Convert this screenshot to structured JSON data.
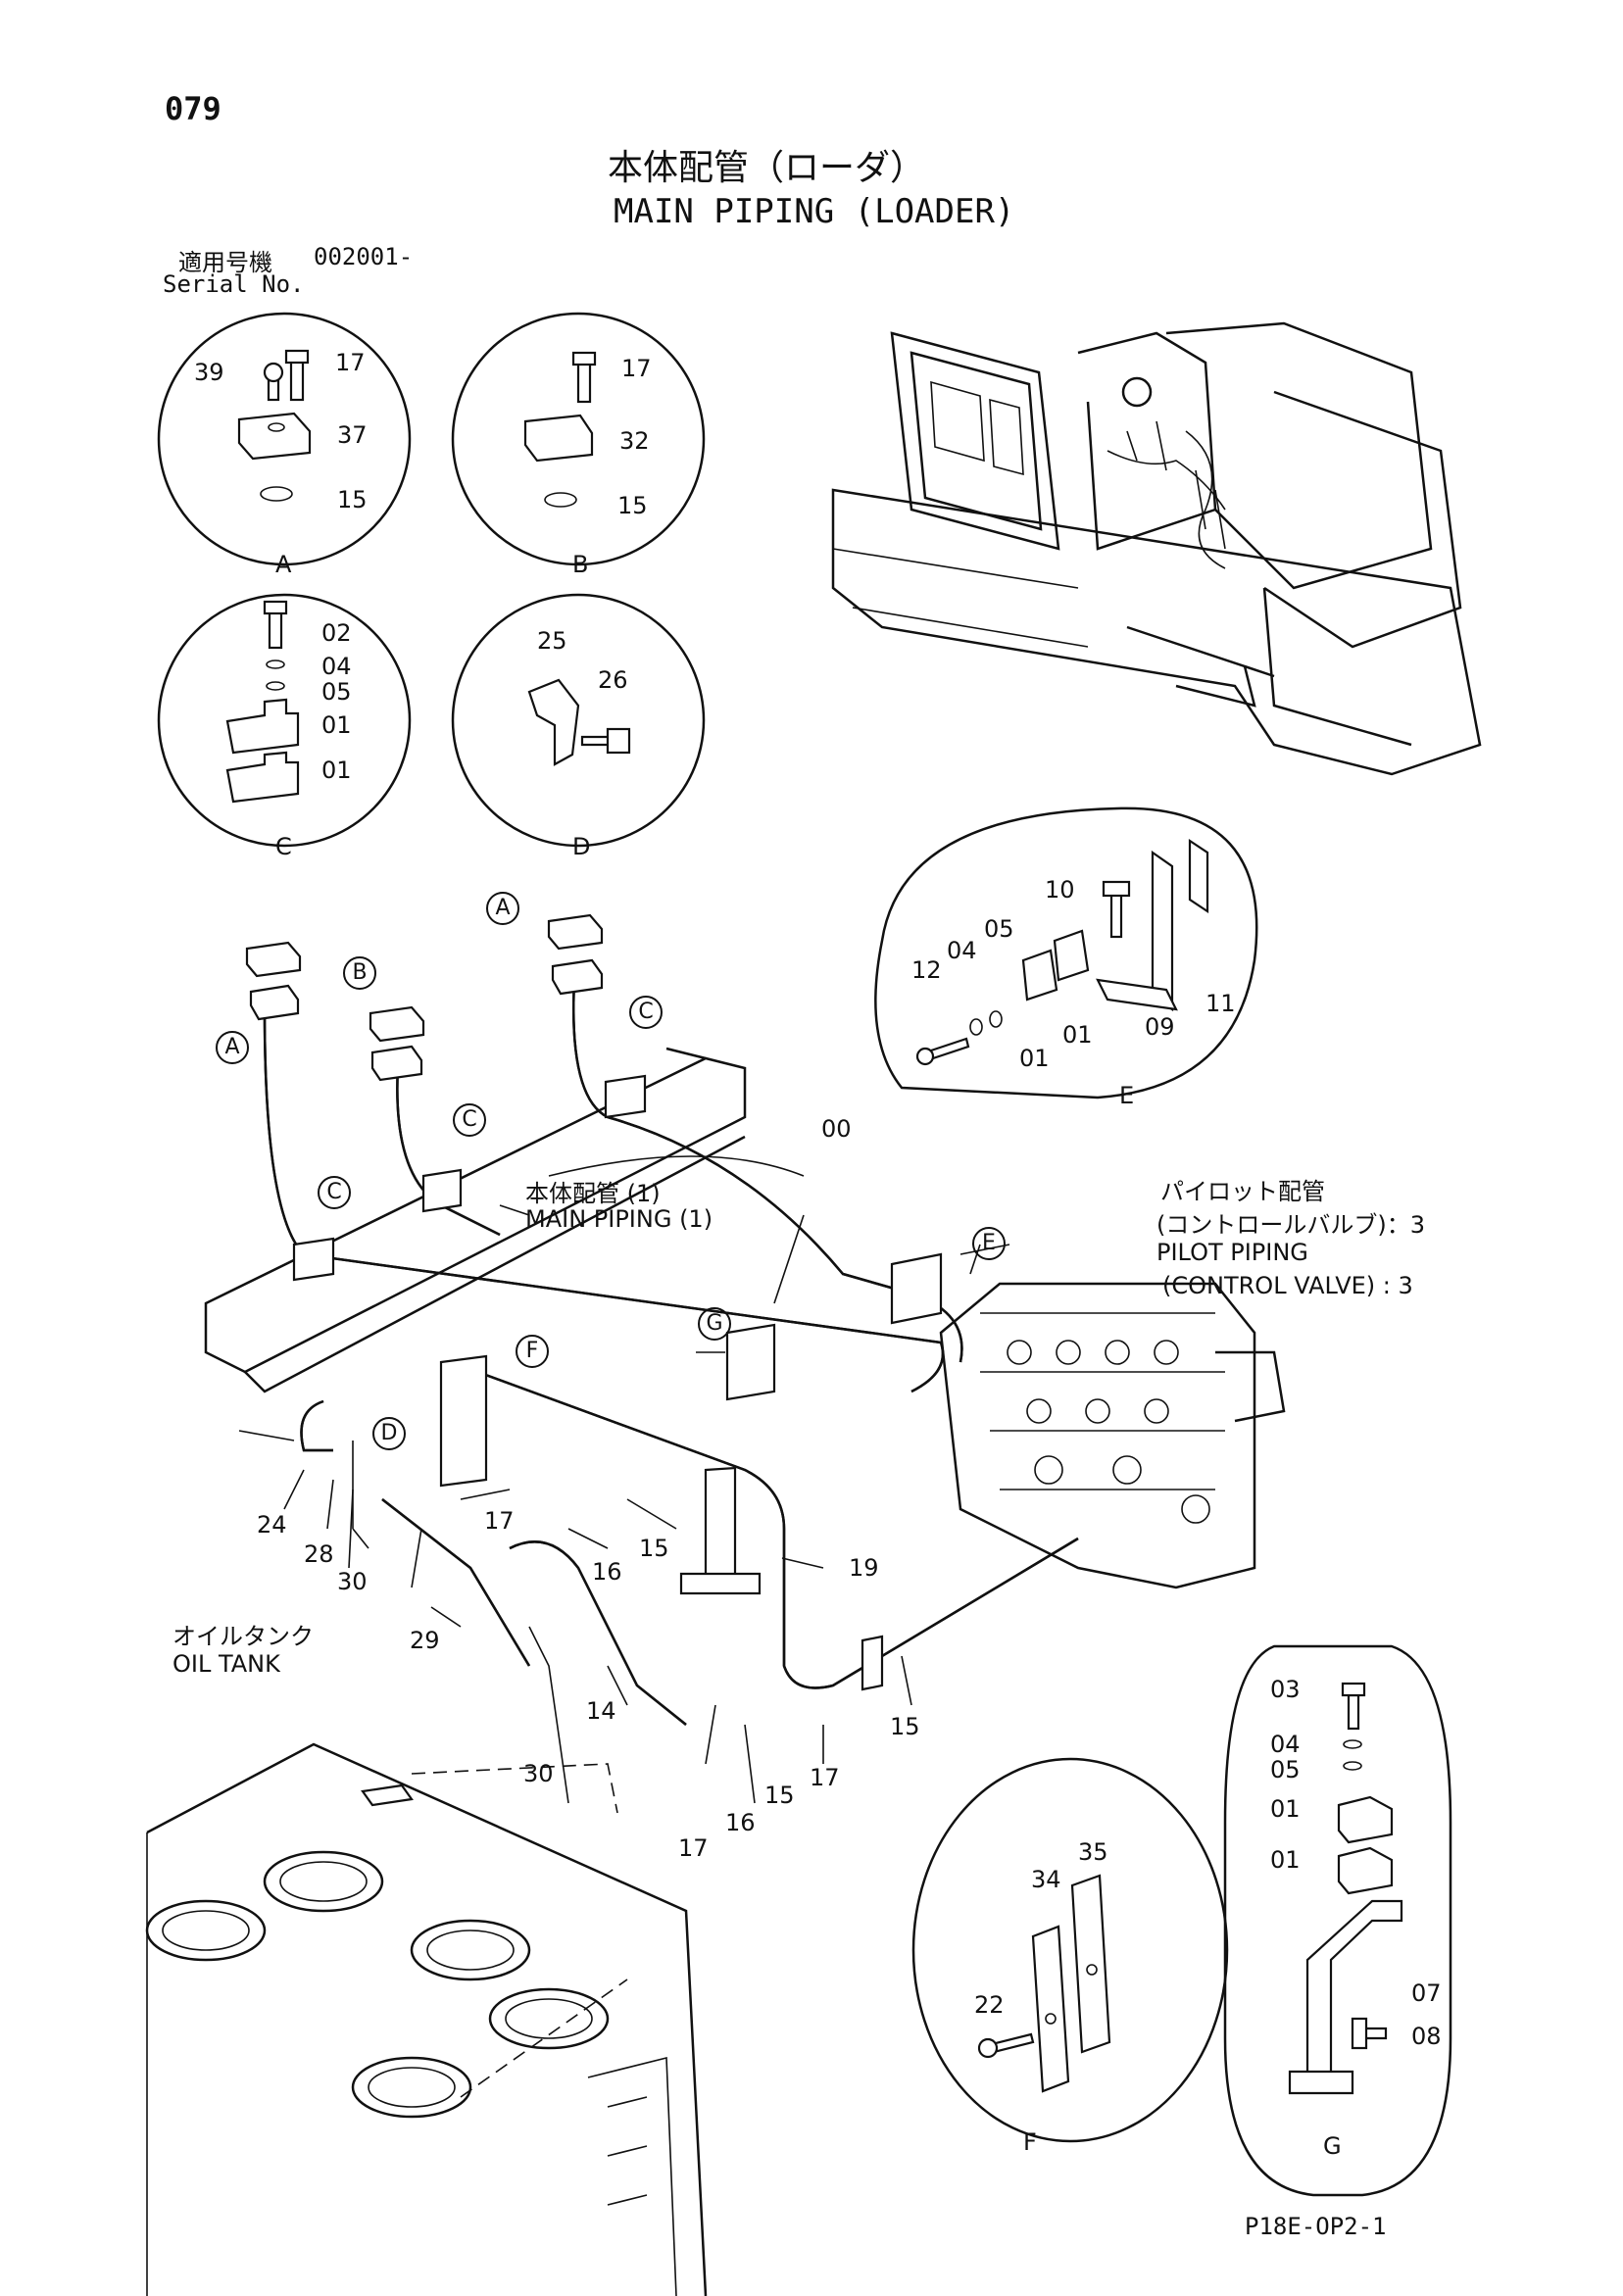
{
  "page_number": "079",
  "title_jp": "本体配管（ローダ）",
  "title_en": "MAIN PIPING (LOADER)",
  "serial": {
    "label_jp": "適用号機",
    "value": "002001-",
    "label_en": "Serial No."
  },
  "drawing_code": "P18E-OP2-1",
  "notes": {
    "main_piping_jp": "本体配管 (1)",
    "main_piping_en": "MAIN PIPING (1)",
    "pilot_jp_1": "パイロット配管",
    "pilot_jp_2": "(コントロールバルブ)：3",
    "pilot_en_1": "PILOT PIPING",
    "pilot_en_2": "(CONTROL VALVE) : 3",
    "tank_jp": "オイルタンク",
    "tank_en": "OIL TANK"
  },
  "detail_labels": [
    "A",
    "B",
    "C",
    "D",
    "E",
    "F",
    "G"
  ],
  "callouts": [
    "A",
    "B",
    "A",
    "C",
    "C",
    "C",
    "F",
    "G",
    "E",
    "D"
  ],
  "part_numbers": {
    "detail_a": [
      "39",
      "17",
      "37",
      "15"
    ],
    "detail_b": [
      "17",
      "32",
      "15"
    ],
    "detail_c": [
      "02",
      "04",
      "05",
      "01",
      "01"
    ],
    "detail_d": [
      "25",
      "26"
    ],
    "detail_e": [
      "10",
      "12",
      "04",
      "05",
      "01",
      "01",
      "09",
      "11"
    ],
    "detail_f": [
      "34",
      "35",
      "22"
    ],
    "detail_g": [
      "03",
      "04",
      "05",
      "01",
      "01",
      "07",
      "08"
    ],
    "main": [
      "00",
      "24",
      "28",
      "30",
      "29",
      "17",
      "16",
      "15",
      "19",
      "14",
      "30",
      "17",
      "16",
      "15",
      "17",
      "15"
    ]
  }
}
